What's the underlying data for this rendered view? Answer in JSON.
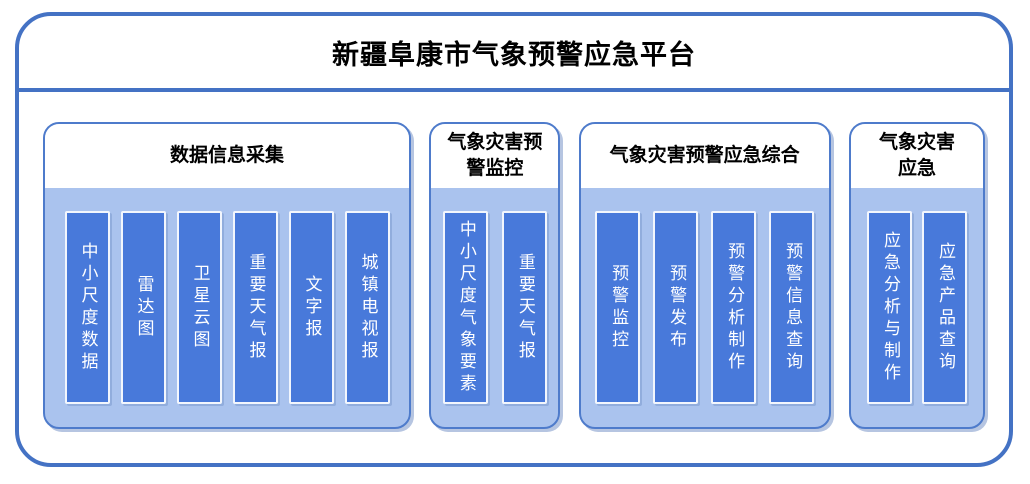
{
  "title": "新疆阜康市气象预警应急平台",
  "colors": {
    "frame_border": "#4472C4",
    "panel_border": "#4E7BCB",
    "panel_body": "#AAC3EE",
    "bar_fill": "#4879DA"
  },
  "groups": [
    {
      "header": "数据信息采集",
      "items": [
        "中小尺度数据",
        "雷达图",
        "卫星云图",
        "重要天气报",
        "文字报",
        "城镇电视报"
      ]
    },
    {
      "header": "气象灾害预警监控",
      "items": [
        "中小尺度气象要素",
        "重要天气报"
      ]
    },
    {
      "header": "气象灾害预警应急综合",
      "items": [
        "预警监控",
        "预警发布",
        "预警分析制作",
        "预警信息查询"
      ]
    },
    {
      "header": "气象灾害应急",
      "items": [
        "应急分析与制作",
        "应急产品查询"
      ]
    }
  ]
}
